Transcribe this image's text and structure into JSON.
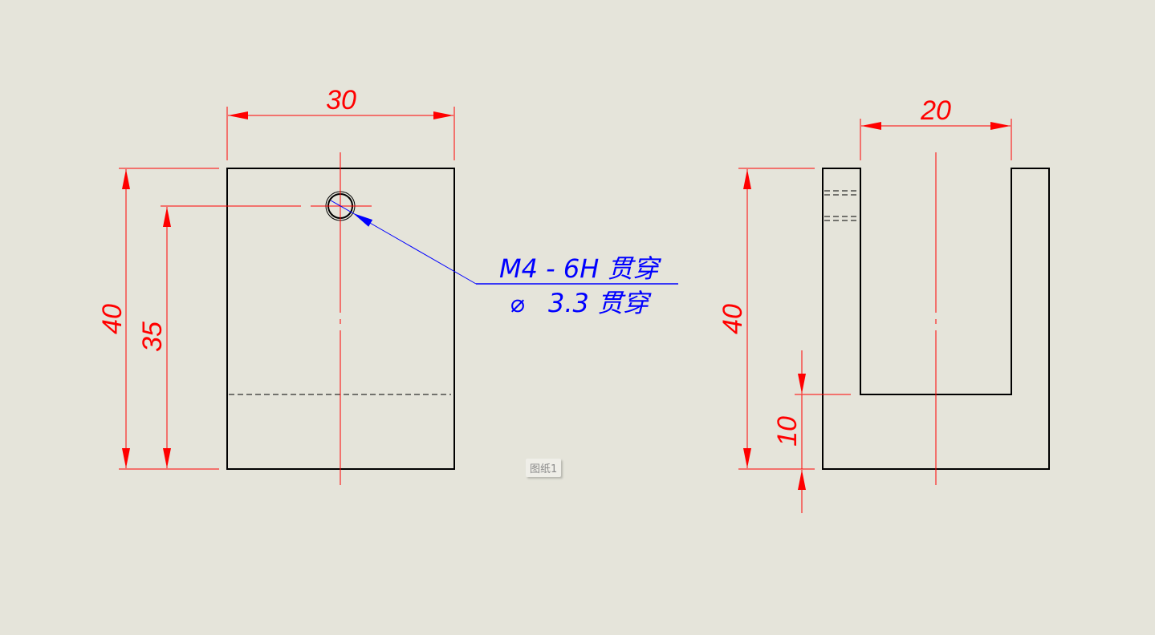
{
  "drawing": {
    "front_view": {
      "dimensions": {
        "width": "30",
        "height": "40",
        "hole_height": "35"
      },
      "hole_callout": {
        "line1": "M4 - 6H 贯穿",
        "line2_symbol": "⌀",
        "line2": "3.3 贯穿"
      }
    },
    "side_view": {
      "dimensions": {
        "slot_width": "20",
        "height": "40",
        "base_thickness": "10"
      }
    }
  },
  "sheet_tab": {
    "label": "图纸1"
  },
  "colors": {
    "background": "#e5e4da",
    "dimension": "#ff0000",
    "note": "#0000ff",
    "geometry": "#000000"
  }
}
